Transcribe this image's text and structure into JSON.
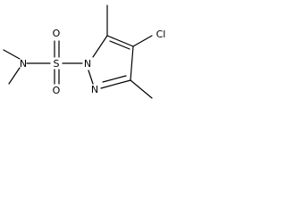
{
  "structure": {
    "atom_labels": {
      "s": "S",
      "o_upper": "O",
      "o_lower": "O",
      "n_amine": "N",
      "n1": "N",
      "n2": "N",
      "cl": "Cl"
    }
  }
}
